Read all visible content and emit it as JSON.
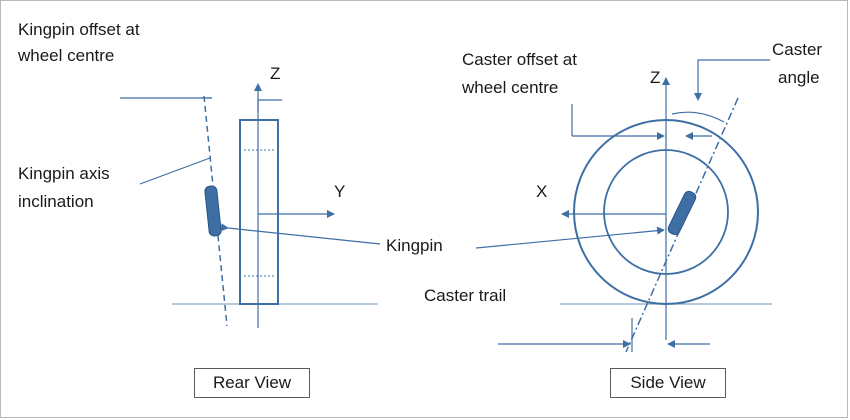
{
  "labels": {
    "kingpin_offset_line1": "Kingpin offset at",
    "kingpin_offset_line2": "wheel centre",
    "kingpin_axis_line1": "Kingpin axis",
    "kingpin_axis_line2": "inclination",
    "z_rear": "Z",
    "y_rear": "Y",
    "kingpin": "Kingpin",
    "caster_offset_line1": "Caster offset at",
    "caster_offset_line2": "wheel centre",
    "z_side": "Z",
    "caster_angle_line1": "Caster",
    "caster_angle_line2": "angle",
    "x_side": "X",
    "caster_trail": "Caster trail"
  },
  "views": {
    "rear": "Rear View",
    "side": "Side View"
  },
  "colors": {
    "line": "#3d6fa5",
    "text": "#1a1a1a",
    "ground": "#8aa6c8"
  }
}
